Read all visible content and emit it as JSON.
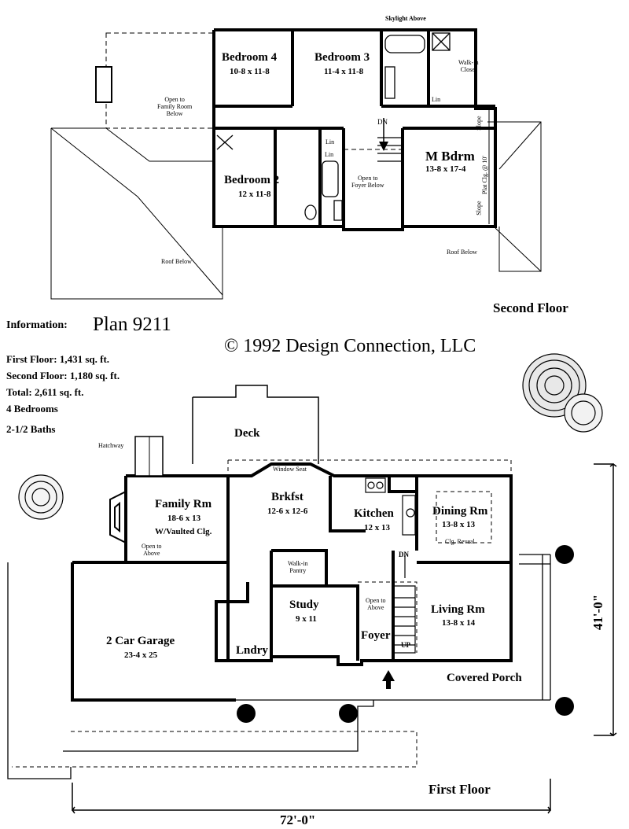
{
  "info": {
    "label": "Information:",
    "plan": "Plan 9211",
    "copyright": "©   1992 Design Connection, LLC",
    "first_floor": "First Floor:  1,431 sq. ft.",
    "second_floor": "Second Floor:  1,180 sq. ft.",
    "total": "Total:  2,611 sq. ft.",
    "bedrooms": "4 Bedrooms",
    "baths": "2-1/2 Baths"
  },
  "second_floor": {
    "title": "Second Floor",
    "rooms": [
      {
        "name": "Bedroom 4",
        "dims": "10-8 x 11-8"
      },
      {
        "name": "Bedroom 3",
        "dims": "11-4 x 11-8"
      },
      {
        "name": "Bedroom 2",
        "dims": "12 x 11-8"
      },
      {
        "name": "M Bdrm",
        "dims": "13-8 x 17-4"
      }
    ],
    "notes": {
      "skylight": "Skylight Above",
      "walkin": "Walk-in\nCloset",
      "open_family": "Open to\nFamily Room\nBelow",
      "open_foyer": "Open to\nFoyer Below",
      "roof_left": "Roof Below",
      "roof_right": "Roof Below",
      "dn": "DN",
      "lin1": "Lin",
      "lin2": "Lin",
      "lin3": "Lin",
      "plat": "Plat Clg. @ 10'",
      "slope1": "Slope",
      "slope2": "Slope"
    }
  },
  "first_floor": {
    "title": "First Floor",
    "rooms": [
      {
        "name": "Deck",
        "dims": ""
      },
      {
        "name": "Family Rm",
        "dims": "18-6 x 13",
        "extra": "W/Vaulted Clg."
      },
      {
        "name": "Brkfst",
        "dims": "12-6 x 12-6"
      },
      {
        "name": "Kitchen",
        "dims": "12 x 13"
      },
      {
        "name": "Dining Rm",
        "dims": "13-8 x 13"
      },
      {
        "name": "Study",
        "dims": "9 x 11"
      },
      {
        "name": "Living Rm",
        "dims": "13-8 x 14"
      },
      {
        "name": "2 Car Garage",
        "dims": "23-4 x 25"
      },
      {
        "name": "Lndry",
        "dims": ""
      },
      {
        "name": "Foyer",
        "dims": ""
      },
      {
        "name": "Covered Porch",
        "dims": ""
      }
    ],
    "notes": {
      "hatchway": "Hatchway",
      "window_seat": "Window Seat",
      "walkin_pantry": "Walk-in\nPantry",
      "open_above_family": "Open to\nAbove",
      "open_above_foyer": "Open to\nAbove",
      "clg_reveal": "Clg. Reveal",
      "dn": "DN",
      "up": "UP"
    },
    "width_dim": "72'-0\"",
    "depth_dim": "41'-0\""
  }
}
